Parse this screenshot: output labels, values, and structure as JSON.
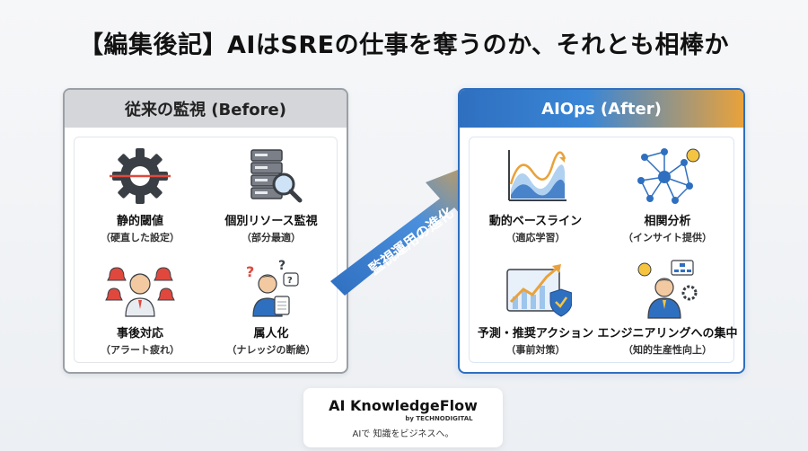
{
  "title": "【編集後記】AIはSREの仕事を奪うのか、それとも相棒か",
  "before": {
    "header": "従来の監視 (Before)",
    "items": [
      {
        "label": "静的閾値",
        "sub": "（硬直した設定）",
        "icon": "gear-icon"
      },
      {
        "label": "個別リソース監視",
        "sub": "（部分最適）",
        "icon": "server-search-icon"
      },
      {
        "label": "事後対応",
        "sub": "（アラート疲れ）",
        "icon": "alarm-bells-person-icon"
      },
      {
        "label": "属人化",
        "sub": "（ナレッジの断絶）",
        "icon": "confused-person-icon"
      }
    ]
  },
  "arrow_label": "監視運用の進化",
  "after": {
    "header": "AIOps (After)",
    "items": [
      {
        "label": "動的ベースライン",
        "sub": "（適応学習）",
        "icon": "wave-chart-icon"
      },
      {
        "label": "相関分析",
        "sub": "（インサイト提供）",
        "icon": "network-graph-icon"
      },
      {
        "label": "予測・推奨アクション",
        "sub": "（事前対策）",
        "icon": "trend-shield-icon"
      },
      {
        "label": "エンジニアリングへの集中",
        "sub": "（知的生産性向上）",
        "icon": "engineer-focus-icon"
      }
    ]
  },
  "brand": {
    "name": "AI KnowledgeFlow",
    "by": "by TECHNODIGITAL",
    "tagline": "AIで 知識をビジネスへ。"
  },
  "colors": {
    "before_border": "#9aa0a6",
    "after_blue": "#2f6fc0",
    "after_orange": "#e9a23b",
    "alarm_red": "#e0483d"
  }
}
